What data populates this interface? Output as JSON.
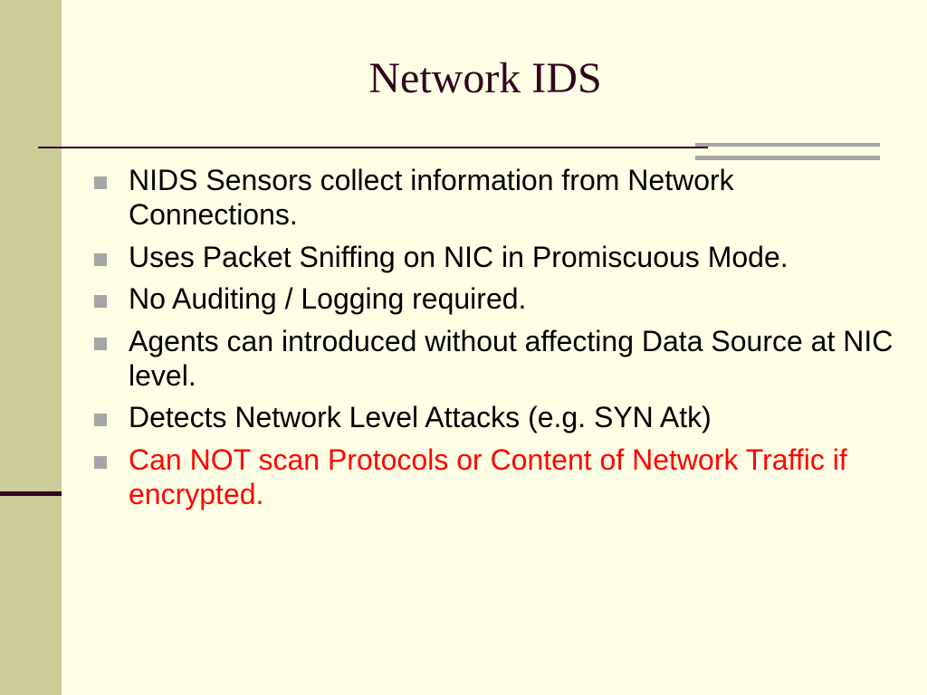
{
  "slide": {
    "title": "Network IDS",
    "bullets": [
      {
        "text": "NIDS Sensors collect information from Network Connections.",
        "color": "#000000"
      },
      {
        "text": "Uses Packet Sniffing on NIC in Promiscuous Mode.",
        "color": "#000000"
      },
      {
        "text": "No Auditing / Logging required.",
        "color": "#000000"
      },
      {
        "text": "Agents can introduced without affecting Data Source at NIC level.",
        "color": "#000000"
      },
      {
        "text": "Detects Network Level Attacks (e.g. SYN Atk)",
        "color": "#000000"
      },
      {
        "text": "Can NOT scan Protocols or Content of Network Traffic if encrypted.",
        "color": "#ff0000"
      }
    ]
  },
  "theme": {
    "background": "#ffffe5",
    "left_band": "#cccc99",
    "title_color": "#33001f",
    "bullet_marker": "#a6a6a6"
  }
}
